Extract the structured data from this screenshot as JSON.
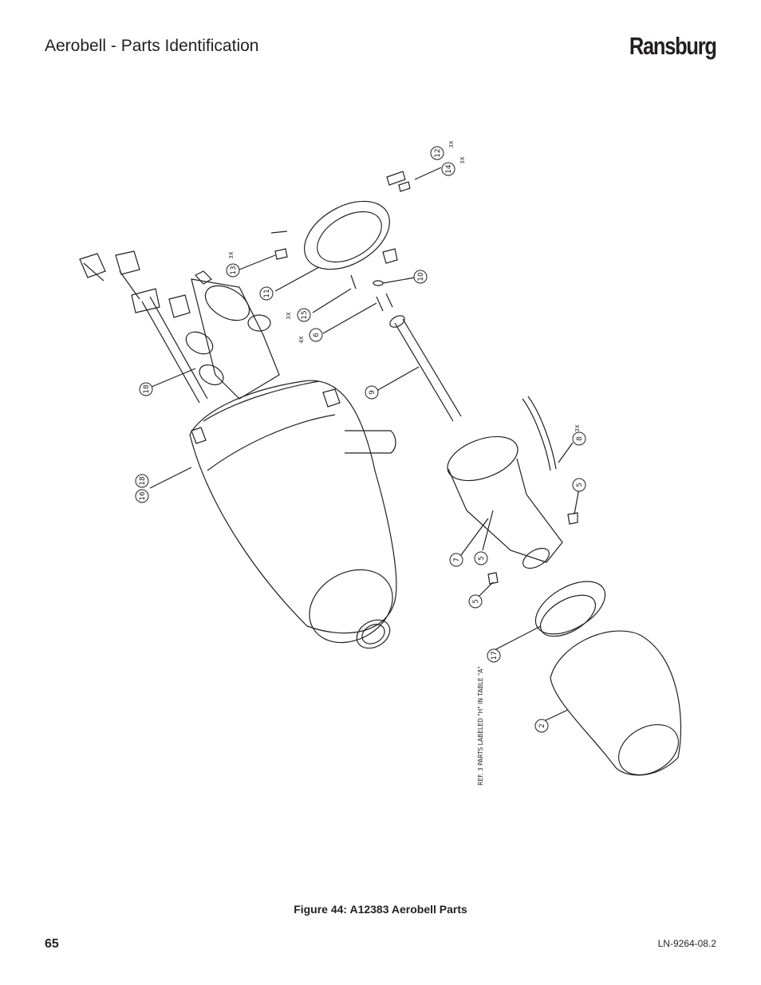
{
  "header": {
    "title": "Aerobell - Parts Identification",
    "brand": "Ransburg"
  },
  "figure": {
    "callouts": [
      "12",
      "14",
      "13",
      "11",
      "10",
      "15",
      "6",
      "9",
      "18",
      "16",
      "18",
      "8",
      "5",
      "7",
      "5",
      "5",
      "17",
      "2"
    ],
    "quantity_labels": [
      "3X",
      "3X",
      "3X",
      "3X",
      "4X",
      "3X"
    ],
    "reference_note": "REF. 3 PARTS LABELED \"H\" IN TABLE \"A\""
  },
  "caption": "Figure 44:  A12383 Aerobell Parts",
  "footer": {
    "page_number": "65",
    "doc_number": "LN-9264-08.2"
  }
}
